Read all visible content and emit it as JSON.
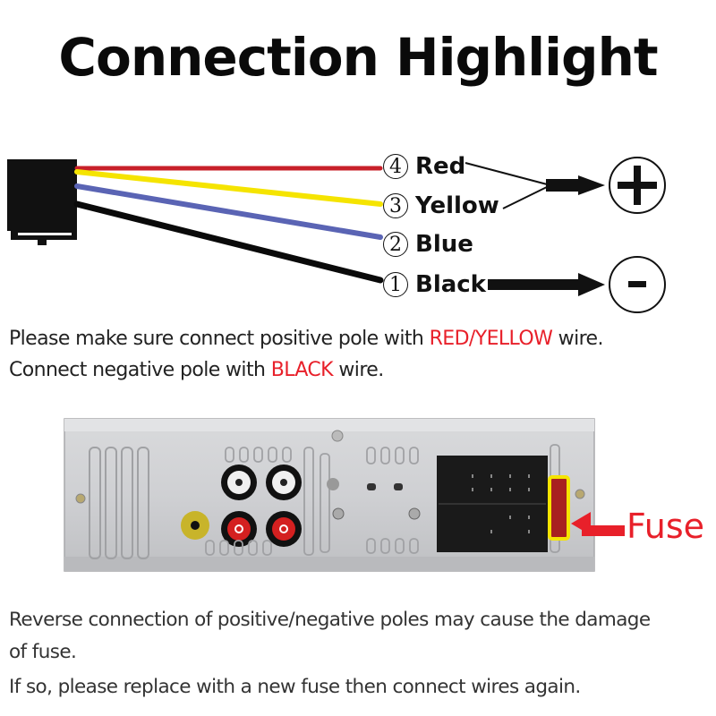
{
  "header": {
    "title": "Connection Highlight"
  },
  "wiring": {
    "wires": [
      {
        "pin": "4",
        "label": "Red",
        "color": "#c8202a",
        "polarity": "positive"
      },
      {
        "pin": "3",
        "label": "Yellow",
        "color": "#f5e400",
        "polarity": "positive"
      },
      {
        "pin": "2",
        "label": "Blue",
        "color": "#5a64b4",
        "polarity": "none"
      },
      {
        "pin": "1",
        "label": "Black",
        "color": "#0a0a0a",
        "polarity": "negative"
      }
    ],
    "positive_symbol": "+",
    "negative_symbol": "−"
  },
  "instructions": {
    "line1": {
      "before": "Please make sure connect positive pole with ",
      "highlight": "RED/YELLOW",
      "after": " wire."
    },
    "line2": {
      "before": "Connect negative pole with ",
      "highlight": "BLACK",
      "after": " wire."
    },
    "highlight_color": "#e8202a"
  },
  "radio": {
    "fuse_label": "Fuse",
    "fuse_highlight_color": "#f5e400",
    "arrow_color": "#e8202a"
  },
  "footer": {
    "line1": "Reverse connection of positive/negative poles may cause the damage",
    "line2": "of fuse.",
    "line3": "If so, please replace with a new fuse then connect wires again."
  }
}
